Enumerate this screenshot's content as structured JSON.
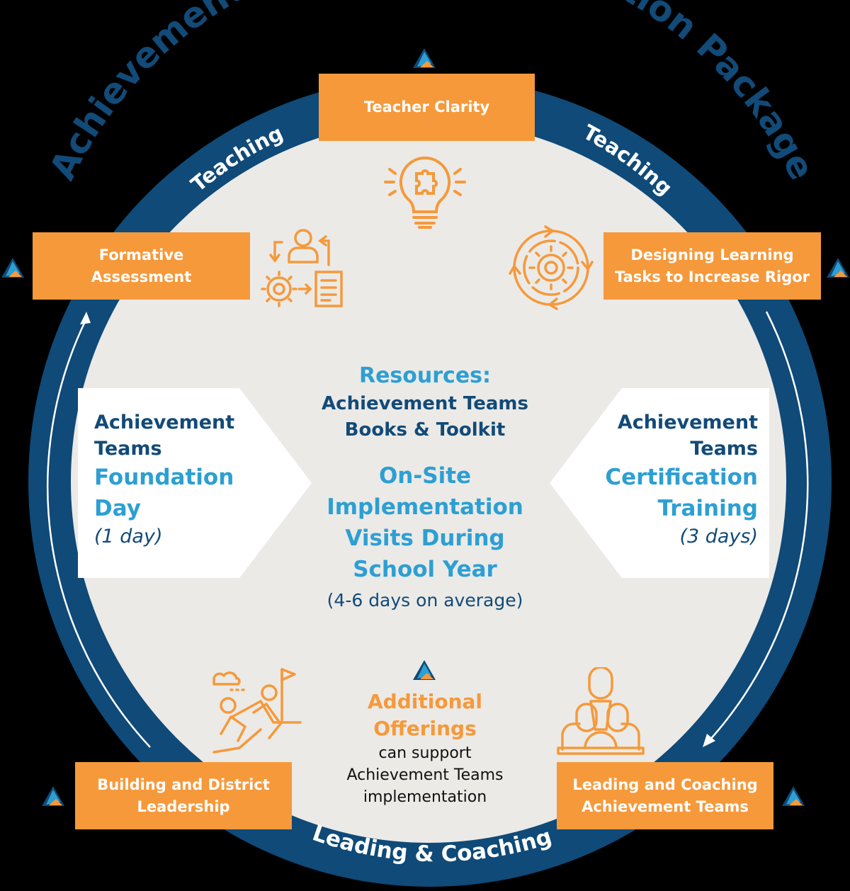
{
  "title": "Achievement Teams Implementation Package",
  "colors": {
    "ring": "#0f4a78",
    "disc": "#ebeae7",
    "orange": "#f6993b",
    "dark_blue_text": "#124a78",
    "light_blue_text": "#2d9fd3",
    "background": "#000000"
  },
  "ring_labels": {
    "top_left": "Teaching",
    "top_right": "Teaching",
    "bottom": "Leading & Coaching"
  },
  "boxes": {
    "teacher_clarity": "Teacher Clarity",
    "formative_assessment": [
      "Formative",
      "Assessment"
    ],
    "designing_tasks": [
      "Designing Learning",
      "Tasks to Increase Rigor"
    ],
    "building_district": [
      "Building and District",
      "Leadership"
    ],
    "leading_coaching": [
      "Leading and Coaching",
      "Achievement Teams"
    ]
  },
  "left_panel": {
    "line1": "Achievement",
    "line2": "Teams",
    "line3": "Foundation",
    "line4": "Day",
    "duration": "(1 day)"
  },
  "right_panel": {
    "line1": "Achievement",
    "line2": "Teams",
    "line3": "Certification",
    "line4": "Training",
    "duration": "(3 days)"
  },
  "center": {
    "resources_heading": "Resources:",
    "resources_line1": "Achievement Teams",
    "resources_line2": "Books & Toolkit",
    "onsite_lines": [
      "On-Site",
      "Implementation",
      "Visits During",
      "School Year"
    ],
    "onsite_note": "(4-6 days on average)"
  },
  "additional": {
    "heading1": "Additional",
    "heading2": "Offerings",
    "line1": "can support",
    "line2": "Achievement Teams",
    "line3": "implementation"
  },
  "icons": {
    "teacher_clarity": "lightbulb-puzzle-icon",
    "formative_assessment": "person-gear-document-cycle-icon",
    "designing_tasks": "gear-circular-arrows-icon",
    "building_district": "climbing-team-flag-icon",
    "leading_coaching": "team-group-icon",
    "logo": "mountain-triangle-logo-icon"
  }
}
